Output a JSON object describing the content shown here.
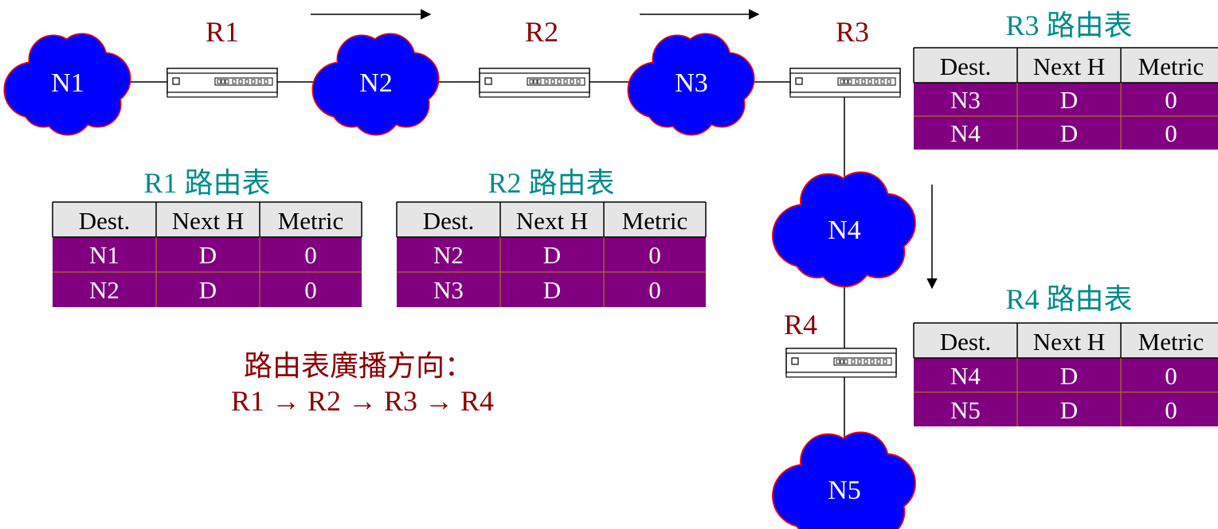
{
  "colors": {
    "cloud_fill": "#0000ff",
    "cloud_outline": "#ff0000",
    "router_label": "#8b0000",
    "table_title": "#008b8b",
    "table_header_bg": "#e5e5e5",
    "table_row_bg": "#800080",
    "table_row_text": "#ffffff",
    "note_text": "#8b0000"
  },
  "networks": {
    "n1": {
      "label": "N1",
      "icon": "cloud-icon"
    },
    "n2": {
      "label": "N2",
      "icon": "cloud-icon"
    },
    "n3": {
      "label": "N3",
      "icon": "cloud-icon"
    },
    "n4": {
      "label": "N4",
      "icon": "cloud-icon"
    },
    "n5": {
      "label": "N5",
      "icon": "cloud-icon"
    }
  },
  "routers": {
    "r1": {
      "label": "R1",
      "icon": "router-icon"
    },
    "r2": {
      "label": "R2",
      "icon": "router-icon"
    },
    "r3": {
      "label": "R3",
      "icon": "router-icon"
    },
    "r4": {
      "label": "R4",
      "icon": "router-icon"
    }
  },
  "tables": {
    "r1": {
      "title": "R1 路由表",
      "headers": [
        "Dest.",
        "Next H",
        "Metric"
      ],
      "rows": [
        [
          "N1",
          "D",
          "0"
        ],
        [
          "N2",
          "D",
          "0"
        ]
      ]
    },
    "r2": {
      "title": "R2 路由表",
      "headers": [
        "Dest.",
        "Next H",
        "Metric"
      ],
      "rows": [
        [
          "N2",
          "D",
          "0"
        ],
        [
          "N3",
          "D",
          "0"
        ]
      ]
    },
    "r3": {
      "title": "R3 路由表",
      "headers": [
        "Dest.",
        "Next H",
        "Metric"
      ],
      "rows": [
        [
          "N3",
          "D",
          "0"
        ],
        [
          "N4",
          "D",
          "0"
        ]
      ]
    },
    "r4": {
      "title": "R4 路由表",
      "headers": [
        "Dest.",
        "Next H",
        "Metric"
      ],
      "rows": [
        [
          "N4",
          "D",
          "0"
        ],
        [
          "N5",
          "D",
          "0"
        ]
      ]
    }
  },
  "note": {
    "line1": "路由表廣播方向：",
    "line2": "R1 → R2 → R3 → R4"
  }
}
